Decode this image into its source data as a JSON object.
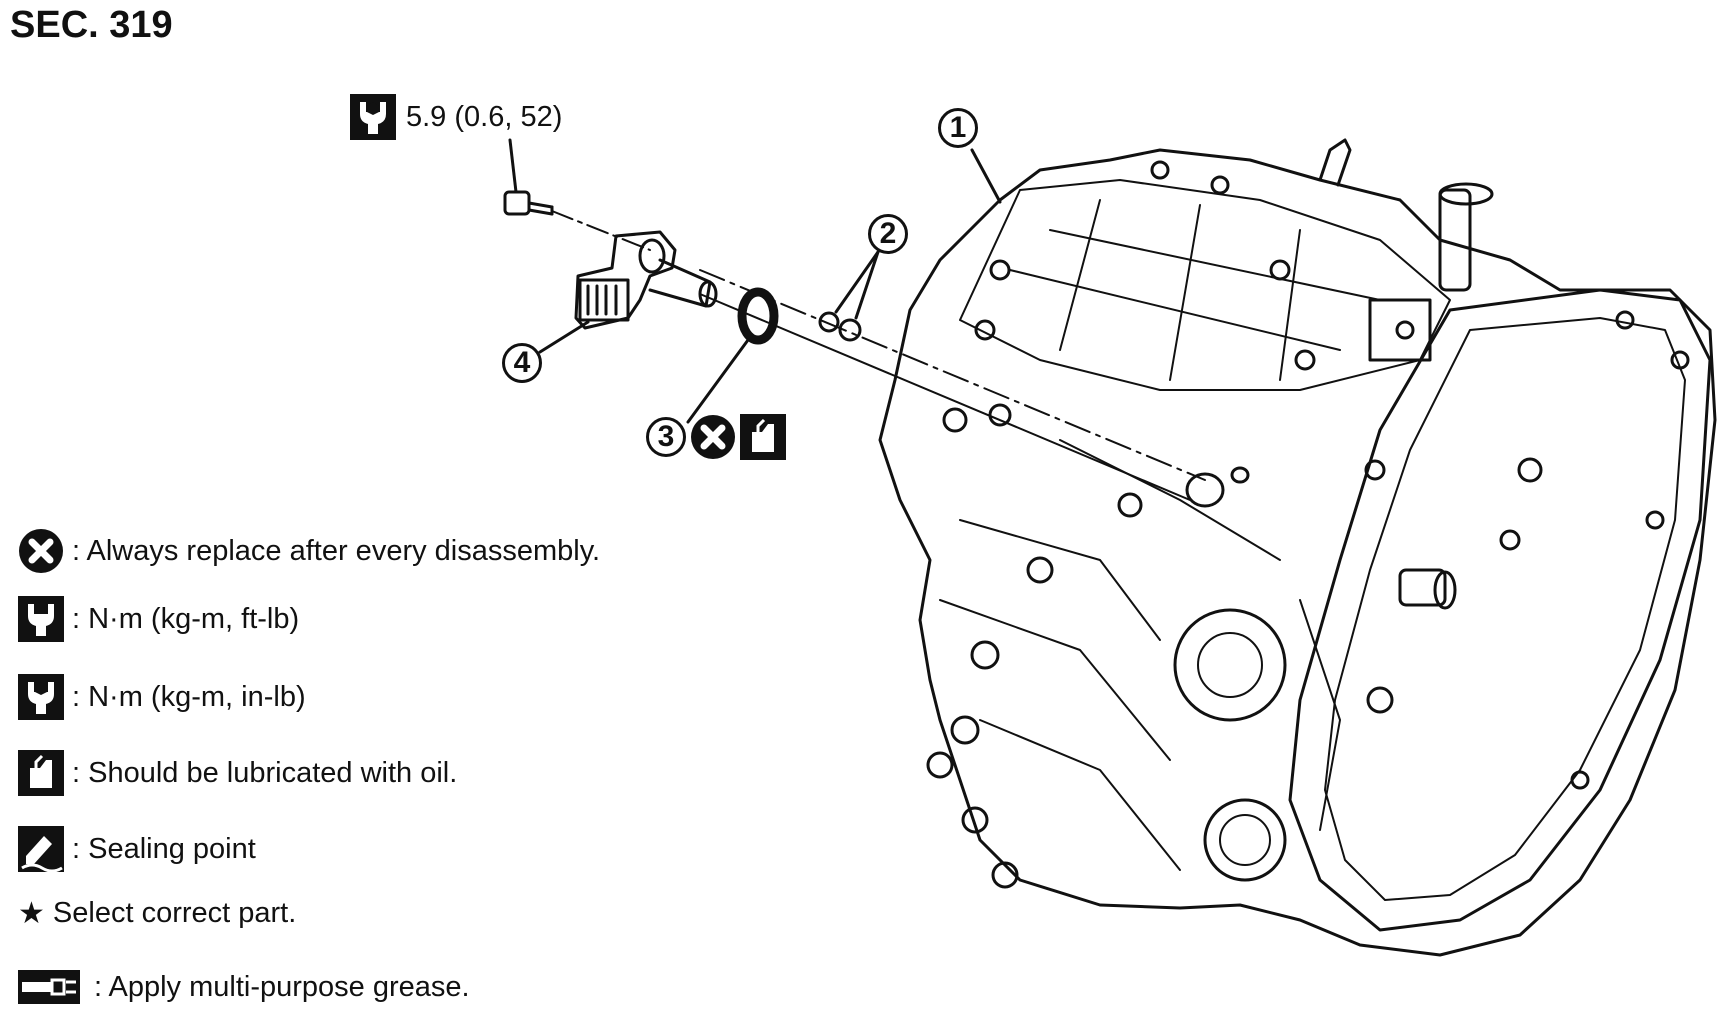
{
  "header": {
    "section": "SEC. 319"
  },
  "torque_callout": {
    "value": "5.9 (0.6, 52)",
    "icon": "torque-wrench-in-lb-icon"
  },
  "parts": [
    {
      "number": "1"
    },
    {
      "number": "2"
    },
    {
      "number": "3"
    },
    {
      "number": "4"
    }
  ],
  "part3_marks": [
    "always-replace-icon",
    "oil-can-icon"
  ],
  "legend": [
    {
      "icon": "always-replace-icon",
      "text": ": Always replace after every disassembly."
    },
    {
      "icon": "torque-wrench-ft-lb-icon",
      "text": ": N·m (kg-m, ft-lb)"
    },
    {
      "icon": "torque-wrench-in-lb-icon",
      "text": ": N·m (kg-m, in-lb)"
    },
    {
      "icon": "oil-can-icon",
      "text": ": Should be lubricated with oil."
    },
    {
      "icon": "sealing-point-icon",
      "text": ": Sealing point"
    },
    {
      "icon": "star-icon",
      "text": "Select correct part."
    },
    {
      "icon": "grease-gun-icon",
      "text": ": Apply multi-purpose grease."
    }
  ]
}
